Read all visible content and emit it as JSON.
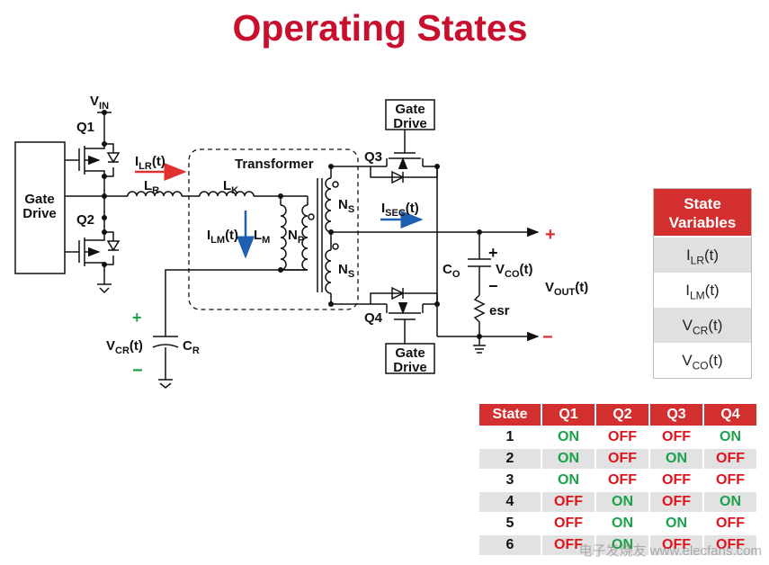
{
  "title": "Operating States",
  "circuit": {
    "gate_drive_left": [
      "Gate",
      "Drive"
    ],
    "gate_drive_q3": [
      "Gate",
      "Drive"
    ],
    "gate_drive_q4": [
      "Gate",
      "Drive"
    ],
    "vin": {
      "main": "V",
      "sub": "IN"
    },
    "q1": "Q1",
    "q2": "Q2",
    "q3": "Q3",
    "q4": "Q4",
    "ilr": {
      "main": "I",
      "sub": "LR",
      "tail": "(t)"
    },
    "lr": {
      "main": "L",
      "sub": "R"
    },
    "lk": {
      "main": "L",
      "sub": "K"
    },
    "transformer": "Transformer",
    "ilm": {
      "main": "I",
      "sub": "LM",
      "tail": "(t)"
    },
    "lm": {
      "main": "L",
      "sub": "M"
    },
    "np": {
      "main": "N",
      "sub": "P"
    },
    "ns_top": {
      "main": "N",
      "sub": "S"
    },
    "ns_bottom": {
      "main": "N",
      "sub": "S"
    },
    "isec": {
      "main": "I",
      "sub": "SEC",
      "tail": "(t)"
    },
    "co": {
      "main": "C",
      "sub": "O"
    },
    "vco": {
      "main": "V",
      "sub": "CO",
      "tail": "(t)"
    },
    "plus_cap": "+",
    "minus_cap": "−",
    "esr": "esr",
    "vout": {
      "main": "V",
      "sub": "OUT",
      "tail": "(t)"
    },
    "plus_out": "+",
    "minus_out": "−",
    "plus_cr": "+",
    "minus_cr": "−",
    "vcr": {
      "main": "V",
      "sub": "CR",
      "tail": "(t)"
    },
    "cr": {
      "main": "C",
      "sub": "R"
    }
  },
  "state_variables": {
    "header": [
      "State",
      "Variables"
    ],
    "items": [
      {
        "main": "I",
        "sub": "LR",
        "tail": "(t)"
      },
      {
        "main": "I",
        "sub": "LM",
        "tail": "(t)"
      },
      {
        "main": "V",
        "sub": "CR",
        "tail": "(t)"
      },
      {
        "main": "V",
        "sub": "CO",
        "tail": "(t)"
      }
    ]
  },
  "state_table": {
    "headers": [
      "State",
      "Q1",
      "Q2",
      "Q3",
      "Q4"
    ],
    "rows": [
      [
        "1",
        "ON",
        "OFF",
        "OFF",
        "ON"
      ],
      [
        "2",
        "ON",
        "OFF",
        "ON",
        "OFF"
      ],
      [
        "3",
        "ON",
        "OFF",
        "OFF",
        "OFF"
      ],
      [
        "4",
        "OFF",
        "ON",
        "OFF",
        "ON"
      ],
      [
        "5",
        "OFF",
        "ON",
        "ON",
        "OFF"
      ],
      [
        "6",
        "OFF",
        "ON",
        "OFF",
        "OFF"
      ]
    ]
  },
  "colors": {
    "accent": "#d32f2f",
    "on": "#1aa34a",
    "off": "#e0141e",
    "arrow_red": "#e03030",
    "arrow_blue": "#1f5fb0"
  },
  "watermark": "电子发烧友 www.elecfans.com"
}
